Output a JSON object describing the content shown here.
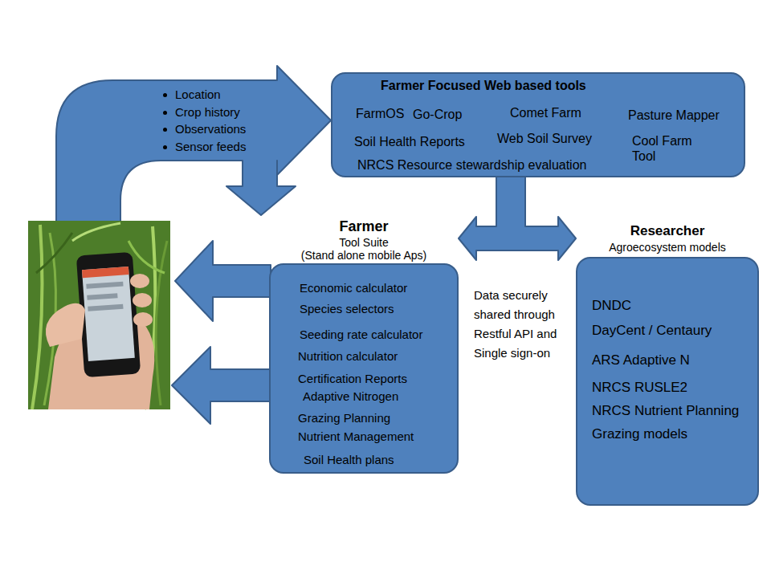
{
  "diagram": {
    "nodes": [
      {
        "text": [
          "Farmer Focused Web based tools",
          "FarmOS",
          "Go-Crop",
          "Comet Farm",
          "Pasture Mapper",
          "Soil Health Reports",
          "Web Soil Survey",
          "Cool Farm Tool",
          "NRCS Resource stewardship evaluation"
        ]
      },
      {
        "text": [
          "Farmer",
          "Tool Suite",
          "(Stand alone mobile Aps)",
          "Economic calculator",
          "Species selectors",
          "Seeding rate calculator",
          "Nutrition calculator",
          "Certification Reports",
          "Adaptive Nitrogen",
          "Grazing Planning",
          "Nutrient Management",
          "Soil Health plans"
        ]
      },
      {
        "text": [
          "Researcher",
          "Agroecosystem models",
          "DNDC",
          "DayCent / Centaury",
          "ARS Adaptive N",
          "NRCS RUSLE2",
          "NRCS Nutrient Planning",
          "Grazing models"
        ]
      }
    ],
    "edges": [
      {
        "from": 0,
        "to": 1,
        "arrow": "to"
      },
      {
        "from": 0,
        "to": 2,
        "arrow": "to"
      }
    ],
    "labels": [
      "Location",
      "Crop history",
      "Observations",
      "Sensor feeds",
      "Data securely shared through Restful API and Single sign-on"
    ]
  }
}
